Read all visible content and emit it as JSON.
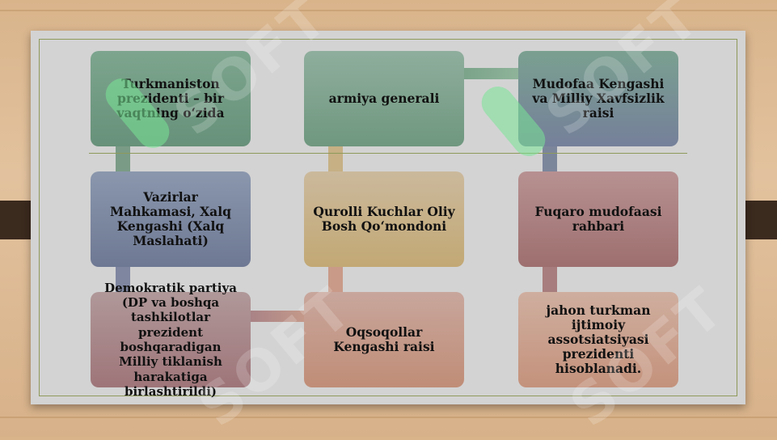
{
  "boxes": {
    "b1": "Turkmaniston prezidenti – bir vaqtning oʻzida",
    "b2": "armiya generali",
    "b3": "Mudofaa Kengashi va Milliy Xavfsizlik raisi",
    "b4": "Vazirlar Mahkamasi, Xalq Kengashi (Xalq Maslahati)",
    "b5": "Qurolli Kuchlar Oliy Bosh Qoʻmondoni",
    "b6": "Fuqaro mudofaasi rahbari",
    "b7": "Demokratik partiya (DP va boshqa tashkilotlar prezident boshqaradigan Milliy tiklanish harakatiga birlashtirildi)",
    "b8": "Oqsoqollar Kengashi raisi",
    "b9": "jahon turkman ijtimoiy assotsiatsiyasi prezidenti hisoblanadi."
  },
  "watermark": "SOFT",
  "colors": {
    "green": "#6f9a80",
    "slate": "#7a849c",
    "tan": "#c8b283",
    "rose": "#a67a7a",
    "peach": "#c9a08c"
  }
}
